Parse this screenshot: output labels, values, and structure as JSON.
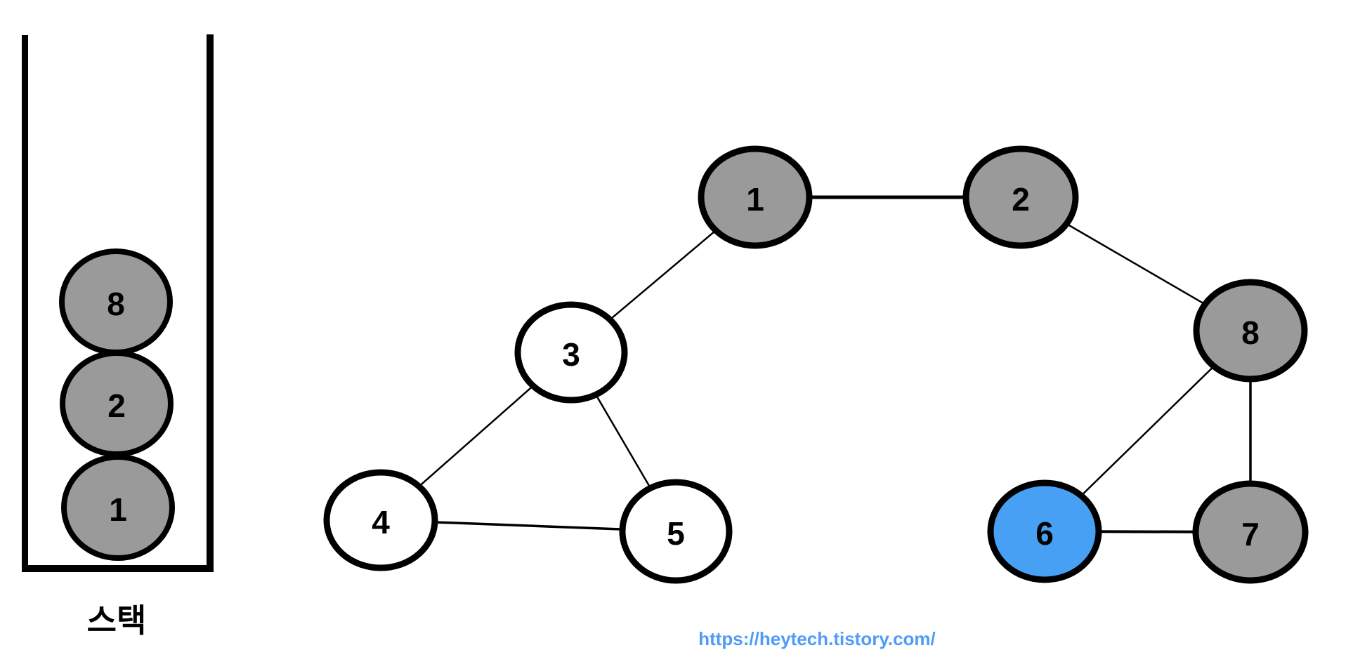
{
  "stack": {
    "title": "스택",
    "items": [
      {
        "label": "8",
        "fill": "#9A9A9A"
      },
      {
        "label": "2",
        "fill": "#9A9A9A"
      },
      {
        "label": "1",
        "fill": "#9A9A9A"
      }
    ]
  },
  "graph": {
    "nodes": [
      {
        "id": "1",
        "label": "1",
        "state": "visited",
        "fill": "#9A9A9A"
      },
      {
        "id": "2",
        "label": "2",
        "state": "visited",
        "fill": "#9A9A9A"
      },
      {
        "id": "3",
        "label": "3",
        "state": "unvisited",
        "fill": "#FFFFFF"
      },
      {
        "id": "4",
        "label": "4",
        "state": "unvisited",
        "fill": "#FFFFFF"
      },
      {
        "id": "5",
        "label": "5",
        "state": "unvisited",
        "fill": "#FFFFFF"
      },
      {
        "id": "6",
        "label": "6",
        "state": "current",
        "fill": "#47A0F4"
      },
      {
        "id": "7",
        "label": "7",
        "state": "visited",
        "fill": "#9A9A9A"
      },
      {
        "id": "8",
        "label": "8",
        "state": "visited",
        "fill": "#9A9A9A"
      }
    ],
    "edges": [
      [
        "1",
        "2"
      ],
      [
        "1",
        "3"
      ],
      [
        "3",
        "4"
      ],
      [
        "3",
        "5"
      ],
      [
        "4",
        "5"
      ],
      [
        "2",
        "8"
      ],
      [
        "8",
        "6"
      ],
      [
        "8",
        "7"
      ],
      [
        "6",
        "7"
      ]
    ]
  },
  "footer": {
    "url": "https://heytech.tistory.com/"
  },
  "colors": {
    "visited_fill": "#9A9A9A",
    "current_fill": "#47A0F4",
    "unvisited_fill": "#FFFFFF",
    "outline": "#000000",
    "url_blue": "#4F9BF8"
  }
}
